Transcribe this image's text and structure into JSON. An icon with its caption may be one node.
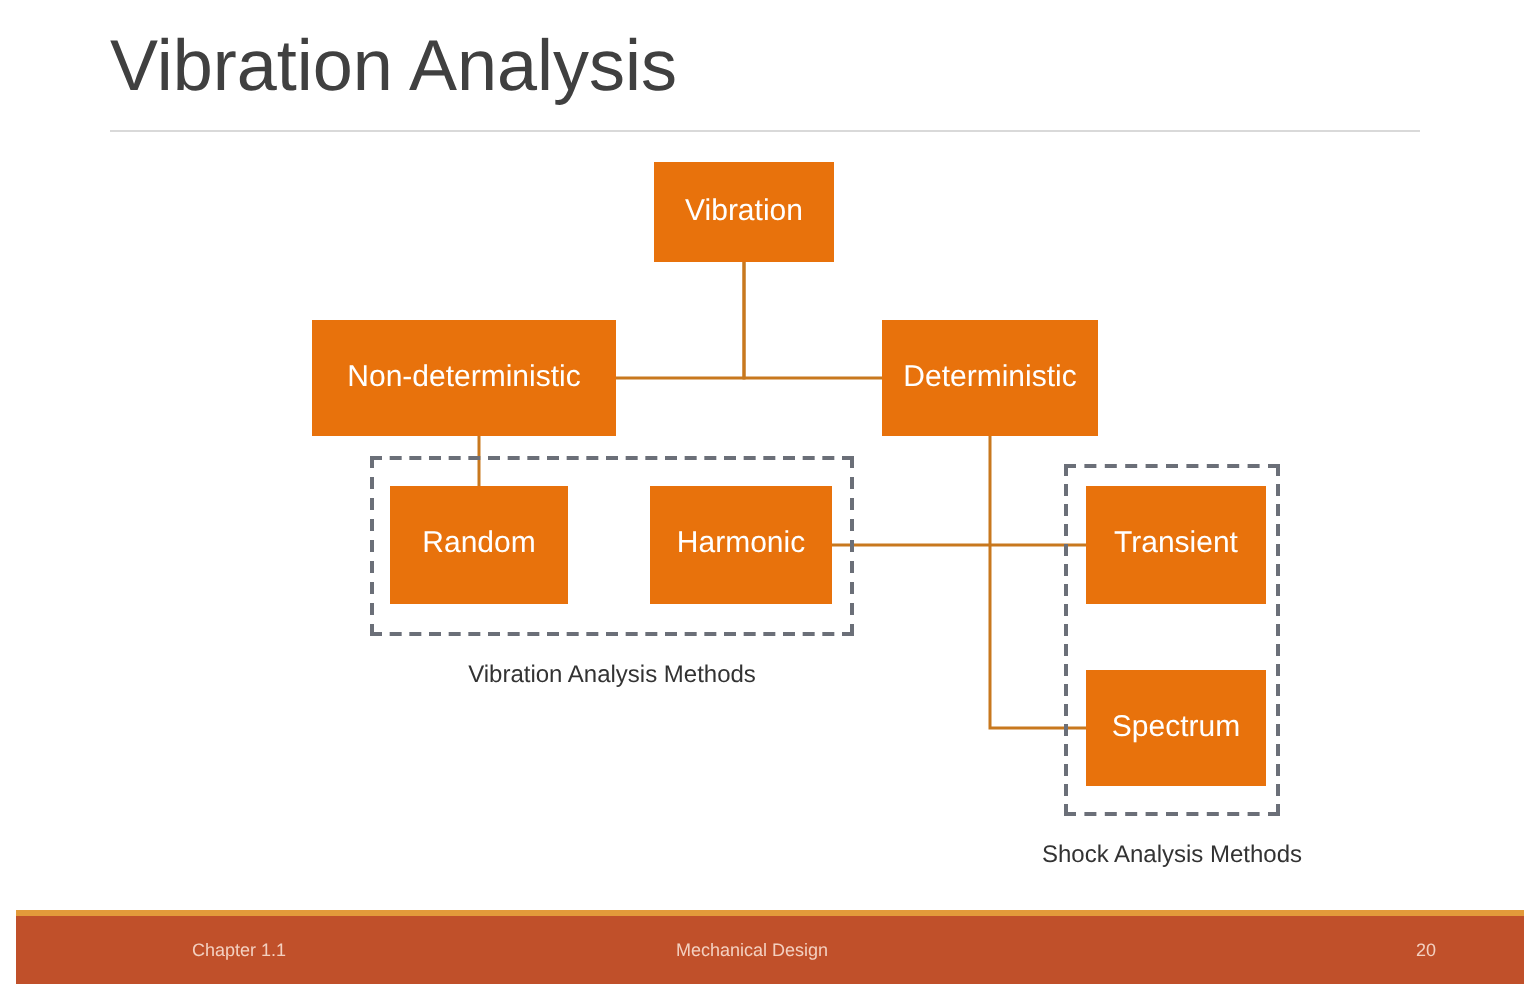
{
  "diagram": {
    "title": "Vibration Analysis",
    "nodes": [
      {
        "text": [
          "Vibration"
        ]
      },
      {
        "text": [
          "Non-deterministic"
        ]
      },
      {
        "text": [
          "Deterministic"
        ]
      },
      {
        "text": [
          "Vibration Analysis Methods"
        ]
      },
      {
        "text": [
          "Random"
        ],
        "in": 3
      },
      {
        "text": [
          "Harmonic"
        ],
        "in": 3
      },
      {
        "text": [
          "Shock Analysis Methods"
        ]
      },
      {
        "text": [
          "Transient"
        ],
        "in": 6
      },
      {
        "text": [
          "Spectrum"
        ],
        "in": 6
      }
    ],
    "edges": [
      {
        "from": 0,
        "to": 1,
        "arrow": "none"
      },
      {
        "from": 0,
        "to": 2,
        "arrow": "none"
      },
      {
        "from": 1,
        "to": 4,
        "arrow": "none"
      },
      {
        "from": 5,
        "to": 7,
        "arrow": "none"
      },
      {
        "from": 2,
        "to": 8,
        "arrow": "none"
      }
    ],
    "labels": [
      "Chapter 1.1",
      "Mechanical Design",
      "20"
    ]
  }
}
